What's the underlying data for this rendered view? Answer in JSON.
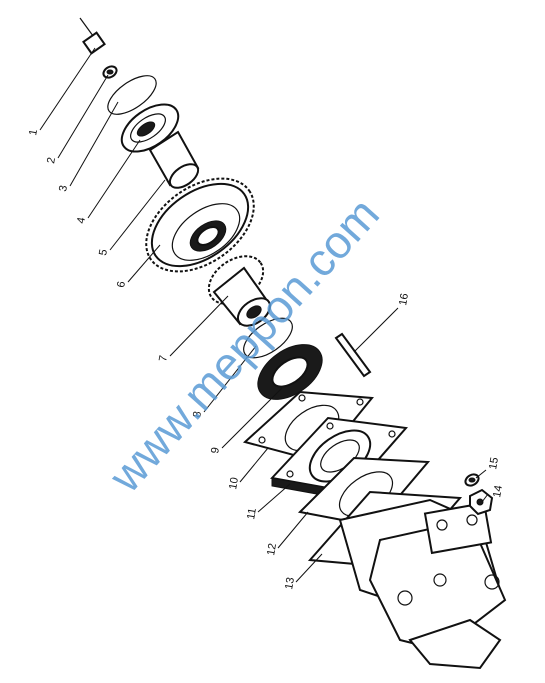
{
  "watermark": "www.meppon.com",
  "callouts": [
    "1",
    "2",
    "3",
    "4",
    "5",
    "6",
    "7",
    "8",
    "9",
    "10",
    "11",
    "12",
    "13",
    "14",
    "15",
    "16"
  ]
}
